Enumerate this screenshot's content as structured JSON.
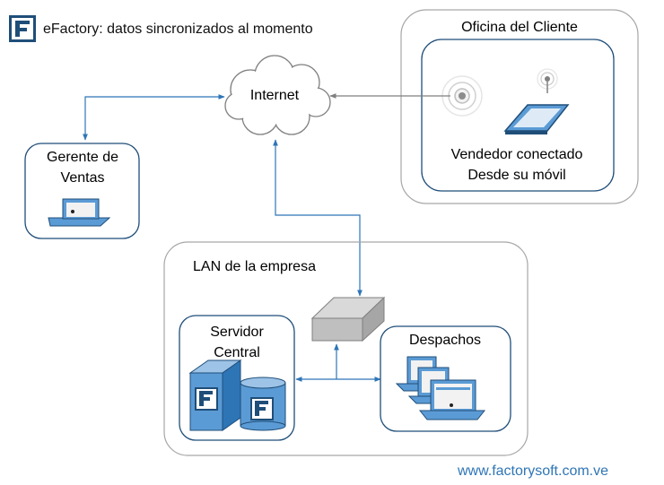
{
  "header": {
    "title": "eFactory: datos sincronizados al momento",
    "logo_text": "F"
  },
  "cloud": {
    "label": "Internet"
  },
  "client_office": {
    "title": "Oficina del Cliente",
    "line1": "Vendedor conectado",
    "line2": "Desde su móvil"
  },
  "sales_manager": {
    "line1": "Gerente de",
    "line2": "Ventas"
  },
  "lan": {
    "title": "LAN de la empresa"
  },
  "server": {
    "line1": "Servidor",
    "line2": "Central"
  },
  "dispatch": {
    "title": "Despachos"
  },
  "footer": {
    "url": "www.factorysoft.com.ve"
  },
  "colors": {
    "accent_blue": "#2e75b6",
    "device_blue": "#5b9bd5",
    "device_dark": "#1f4e79",
    "switch_gray": "#bfbfbf",
    "box_border": "#a6a6a6"
  },
  "icons": [
    "efactory-logo-icon",
    "cloud-icon",
    "laptop-icon",
    "tablet-icon",
    "wifi-signal-icon",
    "network-switch-icon",
    "server-tower-icon",
    "database-icon",
    "computer-icon"
  ]
}
